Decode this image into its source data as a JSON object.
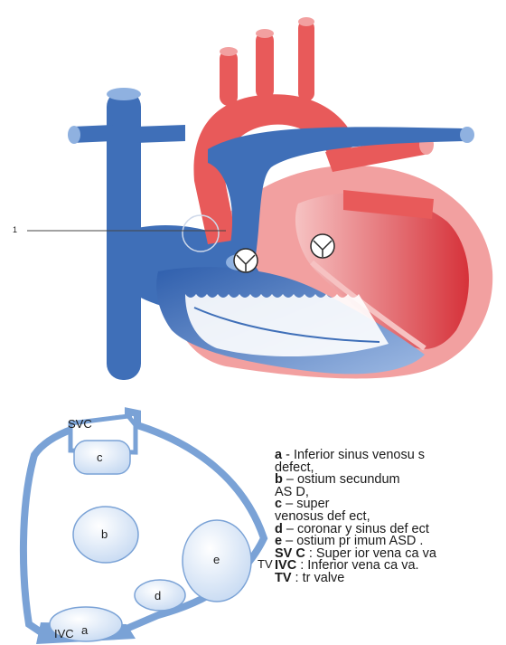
{
  "marker_label": "1",
  "schematic": {
    "labels": {
      "svc": "SVC",
      "ivc": "IVC",
      "tv": "TV",
      "a": "a",
      "b": "b",
      "c": "c",
      "d": "d",
      "e": "e"
    }
  },
  "legend": {
    "items": [
      {
        "key": "a",
        "text": " - Inferior sinus  venosu s"
      },
      {
        "key": "",
        "text": "defect,"
      },
      {
        "key": "b",
        "text": " – ostium secundum"
      },
      {
        "key": "",
        "text": "AS D,"
      },
      {
        "key": "c",
        "text": " – super"
      },
      {
        "key": "",
        "text": "venosus def ect,"
      },
      {
        "key": "d",
        "text": " – coronar y sinus def ect"
      },
      {
        "key": "e",
        "text": " – ostium pr imum ASD  ."
      },
      {
        "key": "SV C",
        "text": " : Super ior vena ca va"
      },
      {
        "key": "IVC",
        "text": " : Inferior vena ca va."
      },
      {
        "key": "TV",
        "text": " : tr              valve"
      }
    ]
  },
  "colors": {
    "artery_red": "#e85a5a",
    "artery_light": "#f2a0a0",
    "vein_blue": "#3f6fb8",
    "vein_light": "#8fb1e0",
    "schematic_outline": "#7aa2d6",
    "schematic_fill": "#dbe7f6"
  }
}
